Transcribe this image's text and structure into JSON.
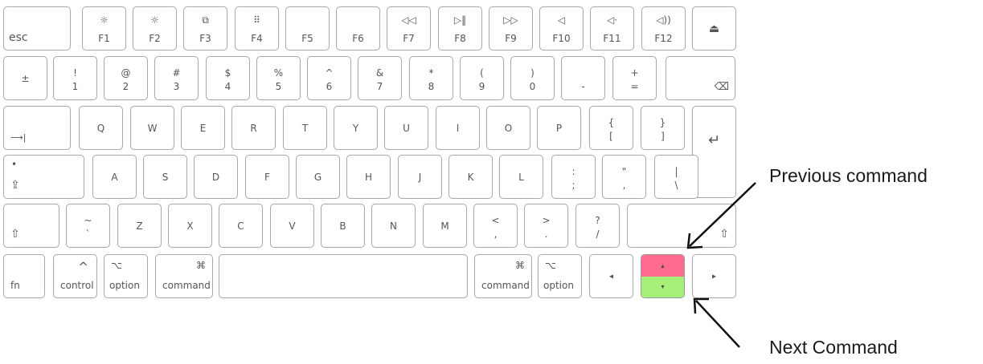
{
  "row_fn": [
    {
      "id": "esc",
      "main": "esc"
    },
    {
      "id": "f1",
      "icon": "☼",
      "label": "F1"
    },
    {
      "id": "f2",
      "icon": "☼",
      "label": "F2"
    },
    {
      "id": "f3",
      "icon": "⧉",
      "label": "F3"
    },
    {
      "id": "f4",
      "icon": "⠿",
      "label": "F4"
    },
    {
      "id": "f5",
      "label": "F5"
    },
    {
      "id": "f6",
      "label": "F6"
    },
    {
      "id": "f7",
      "icon": "◁◁",
      "label": "F7"
    },
    {
      "id": "f8",
      "icon": "▷‖",
      "label": "F8"
    },
    {
      "id": "f9",
      "icon": "▷▷",
      "label": "F9"
    },
    {
      "id": "f10",
      "icon": "◁",
      "label": "F10"
    },
    {
      "id": "f11",
      "icon": "◁·",
      "label": "F11"
    },
    {
      "id": "f12",
      "icon": "◁))",
      "label": "F12"
    },
    {
      "id": "eject",
      "icon": "⏏"
    }
  ],
  "row_num": [
    {
      "id": "plusminus",
      "mid": "±"
    },
    {
      "id": "1",
      "top": "!",
      "bot": "1"
    },
    {
      "id": "2",
      "top": "@",
      "bot": "2"
    },
    {
      "id": "3",
      "top": "#",
      "bot": "3"
    },
    {
      "id": "4",
      "top": "$",
      "bot": "4"
    },
    {
      "id": "5",
      "top": "%",
      "bot": "5"
    },
    {
      "id": "6",
      "top": "^",
      "bot": "6"
    },
    {
      "id": "7",
      "top": "&",
      "bot": "7"
    },
    {
      "id": "8",
      "top": "*",
      "bot": "8"
    },
    {
      "id": "9",
      "top": "(",
      "bot": "9"
    },
    {
      "id": "0",
      "top": ")",
      "bot": "0"
    },
    {
      "id": "minus",
      "bot": "-"
    },
    {
      "id": "equals",
      "top": "+",
      "bot": "="
    },
    {
      "id": "delete",
      "icon": "⌫"
    }
  ],
  "row_q": [
    {
      "id": "tab",
      "icon": "⟶|"
    },
    {
      "id": "q",
      "mid": "Q"
    },
    {
      "id": "w",
      "mid": "W"
    },
    {
      "id": "e",
      "mid": "E"
    },
    {
      "id": "r",
      "mid": "R"
    },
    {
      "id": "t",
      "mid": "T"
    },
    {
      "id": "y",
      "mid": "Y"
    },
    {
      "id": "u",
      "mid": "U"
    },
    {
      "id": "i",
      "mid": "I"
    },
    {
      "id": "o",
      "mid": "O"
    },
    {
      "id": "p",
      "mid": "P"
    },
    {
      "id": "lbracket",
      "top": "{",
      "bot": "["
    },
    {
      "id": "rbracket",
      "top": "}",
      "bot": "]"
    },
    {
      "id": "return",
      "icon": "↵"
    }
  ],
  "row_a": [
    {
      "id": "capslock",
      "dot": "•",
      "icon": "⇪"
    },
    {
      "id": "a",
      "mid": "A"
    },
    {
      "id": "s",
      "mid": "S"
    },
    {
      "id": "d",
      "mid": "D"
    },
    {
      "id": "f",
      "mid": "F"
    },
    {
      "id": "g",
      "mid": "G"
    },
    {
      "id": "h",
      "mid": "H"
    },
    {
      "id": "j",
      "mid": "J"
    },
    {
      "id": "k",
      "mid": "K"
    },
    {
      "id": "l",
      "mid": "L"
    },
    {
      "id": "semicolon",
      "top": ":",
      "bot": ";"
    },
    {
      "id": "quote",
      "top": "\"",
      "bot": ","
    },
    {
      "id": "backslash",
      "top": "|",
      "bot": "\\"
    }
  ],
  "row_z": [
    {
      "id": "lshift",
      "icon": "⇧"
    },
    {
      "id": "backtick",
      "top": "~",
      "bot": "`"
    },
    {
      "id": "z",
      "mid": "Z"
    },
    {
      "id": "x",
      "mid": "X"
    },
    {
      "id": "c",
      "mid": "C"
    },
    {
      "id": "v",
      "mid": "V"
    },
    {
      "id": "b",
      "mid": "B"
    },
    {
      "id": "n",
      "mid": "N"
    },
    {
      "id": "m",
      "mid": "M"
    },
    {
      "id": "comma",
      "top": "<",
      "bot": ","
    },
    {
      "id": "period",
      "top": ">",
      "bot": "."
    },
    {
      "id": "slash",
      "top": "?",
      "bot": "/"
    },
    {
      "id": "rshift",
      "icon": "⇧"
    }
  ],
  "row_bottom": [
    {
      "id": "fn",
      "label": "fn"
    },
    {
      "id": "control",
      "sym": "^",
      "label": "control"
    },
    {
      "id": "option-left",
      "sym": "⌥",
      "label": "option"
    },
    {
      "id": "command-left",
      "sym": "⌘",
      "label": "command"
    },
    {
      "id": "space"
    },
    {
      "id": "command-right",
      "sym": "⌘",
      "label": "command"
    },
    {
      "id": "option-right",
      "sym": "⌥",
      "label": "option"
    },
    {
      "id": "arrow-left",
      "icon": "◂"
    },
    {
      "id": "arrow-up",
      "icon": "▴",
      "color": "#ff6b8f"
    },
    {
      "id": "arrow-down",
      "icon": "▾",
      "color": "#a6f07a"
    },
    {
      "id": "arrow-right",
      "icon": "▸"
    }
  ],
  "annotations": {
    "previous": "Previous command",
    "next": "Next Command"
  }
}
